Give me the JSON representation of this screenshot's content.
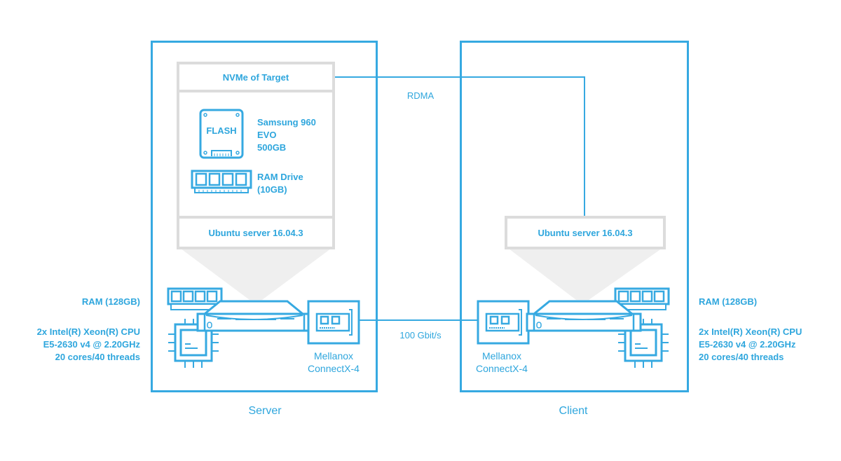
{
  "server": {
    "caption": "Server",
    "nvme_header": "NVMe of Target",
    "storage": [
      {
        "icon": "flash-drive-icon",
        "icon_text": "FLASH",
        "lines": [
          "Samsung 960",
          "EVO",
          "500GB"
        ]
      },
      {
        "icon": "ram-stick-icon",
        "lines": [
          "RAM Drive",
          "(10GB)"
        ]
      }
    ],
    "os": "Ubuntu server 16.04.3",
    "nic": [
      "Mellanox",
      "ConnectX-4"
    ],
    "ram": "RAM (128GB)",
    "cpu": [
      "2x Intel(R) Xeon(R) CPU",
      "E5-2630 v4 @ 2.20GHz",
      "20 cores/40 threads"
    ]
  },
  "client": {
    "caption": "Client",
    "os": "Ubuntu server 16.04.3",
    "nic": [
      "Mellanox",
      "ConnectX-4"
    ],
    "ram": "RAM (128GB)",
    "cpu": [
      "2x Intel(R) Xeon(R) CPU",
      "E5-2630 v4 @ 2.20GHz",
      "20 cores/40 threads"
    ]
  },
  "links": {
    "rdma": "RDMA",
    "network": "100 Gbit/s"
  },
  "colors": {
    "accent": "#36a9e1",
    "box_border": "#dcdcdc",
    "funnel": "#efefef"
  }
}
